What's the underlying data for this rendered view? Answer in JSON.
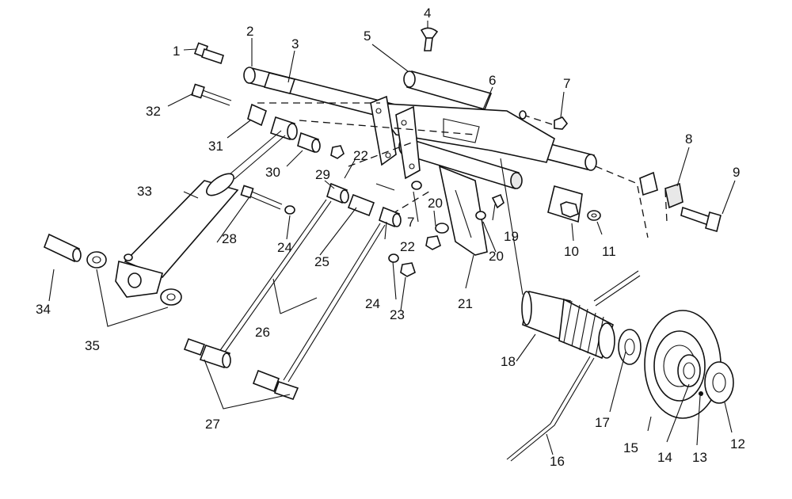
{
  "callouts": {
    "c1": "1",
    "c2": "2",
    "c3": "3",
    "c4": "4",
    "c5": "5",
    "c6": "6",
    "c7a": "7",
    "c7b": "7",
    "c8": "8",
    "c9": "9",
    "c10": "10",
    "c11": "11",
    "c12": "12",
    "c13": "13",
    "c14": "14",
    "c15": "15",
    "c16": "16",
    "c17": "17",
    "c18": "18",
    "c19": "19",
    "c20a": "20",
    "c20b": "20",
    "c21": "21",
    "c22a": "22",
    "c22b": "22",
    "c23": "23",
    "c24a": "24",
    "c24b": "24",
    "c25": "25",
    "c26": "26",
    "c27": "27",
    "c28": "28",
    "c29": "29",
    "c30": "30",
    "c31": "31",
    "c32": "32",
    "c33": "33",
    "c34": "34",
    "c35": "35"
  }
}
